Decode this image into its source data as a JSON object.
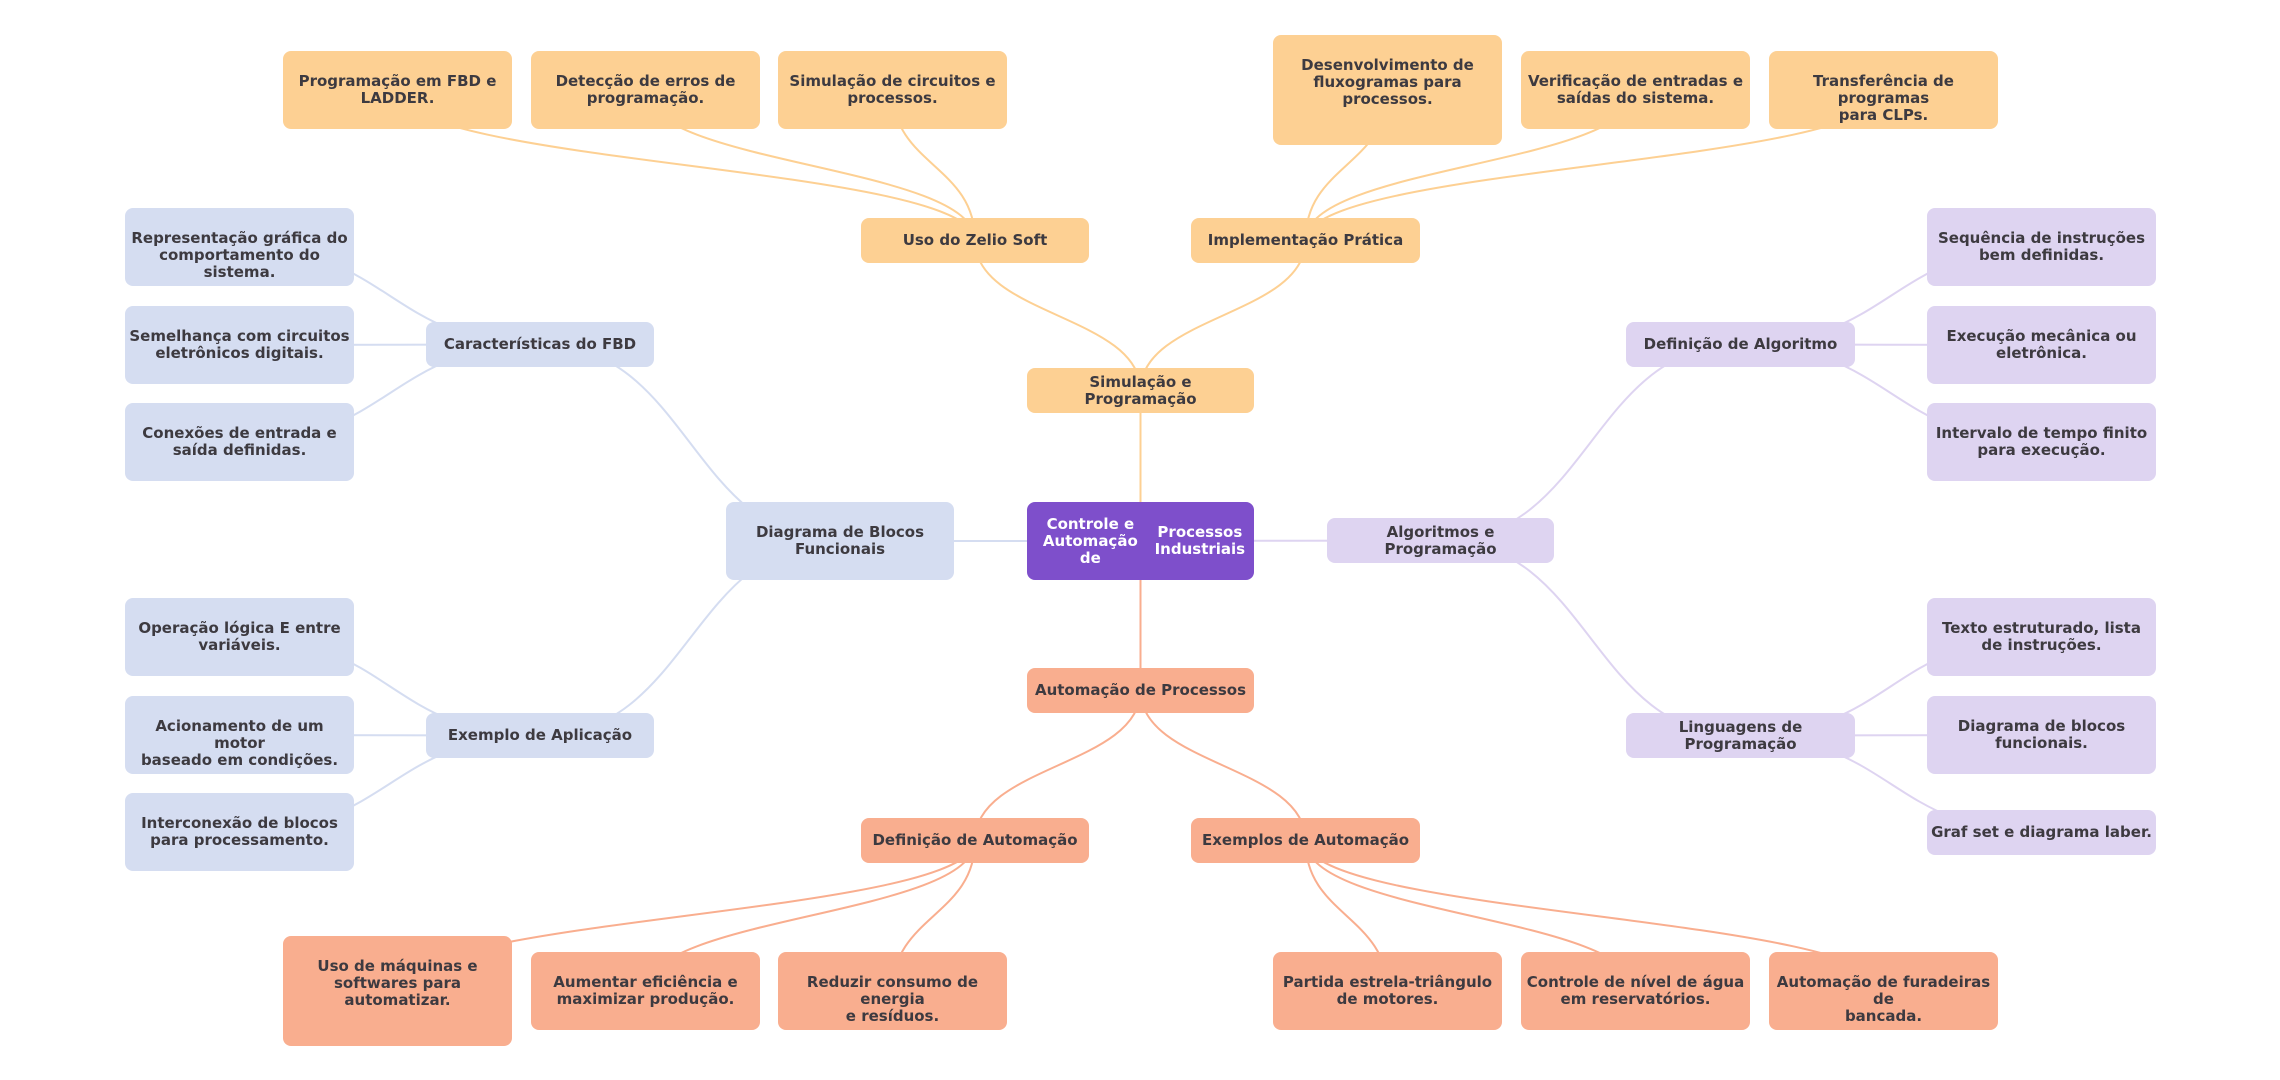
{
  "title": "Controle e Automação de Processos Industriais",
  "colors": {
    "root": "#7e4fcb",
    "simulacao_branch": "#fdd093",
    "automacao_branch": "#f9ae8f",
    "fbd_branch": "#d5ddf1",
    "algoritmos_branch": "#ded4f1",
    "text_dark": "#3d3a40",
    "text_light": "#ffffff"
  },
  "mindmap": {
    "root": "Controle e Automação de Processos Industriais",
    "branches": [
      {
        "label": "Simulação e Programação",
        "children": [
          {
            "label": "Uso do Zelio Soft",
            "children": [
              "Programação em FBD e LADDER.",
              "Detecção de erros de programação.",
              "Simulação de circuitos e processos."
            ]
          },
          {
            "label": "Implementação Prática",
            "children": [
              "Desenvolvimento de fluxogramas para processos.",
              "Verificação de entradas e saídas do sistema.",
              "Transferência de programas para CLPs."
            ]
          }
        ]
      },
      {
        "label": "Automação de Processos",
        "children": [
          {
            "label": "Definição de Automação",
            "children": [
              "Uso de máquinas e softwares para automatizar.",
              "Aumentar eficiência e maximizar produção.",
              "Reduzir consumo de energia e resíduos."
            ]
          },
          {
            "label": "Exemplos de Automação",
            "children": [
              "Partida estrela-triângulo de motores.",
              "Controle de nível de água em reservatórios.",
              "Automação de furadeiras de bancada."
            ]
          }
        ]
      },
      {
        "label": "Diagrama de Blocos Funcionais",
        "children": [
          {
            "label": "Características do FBD",
            "children": [
              "Representação gráfica do comportamento do sistema.",
              "Semelhança com circuitos eletrônicos digitais.",
              "Conexões de entrada e saída definidas."
            ]
          },
          {
            "label": "Exemplo de Aplicação",
            "children": [
              "Operação lógica E entre variáveis.",
              "Acionamento de um motor baseado em condições.",
              "Interconexão de blocos para processamento."
            ]
          }
        ]
      },
      {
        "label": "Algoritmos e Programação",
        "children": [
          {
            "label": "Definição de Algoritmo",
            "children": [
              "Sequência de instruções bem definidas.",
              "Execução mecânica ou eletrônica.",
              "Intervalo de tempo finito para execução."
            ]
          },
          {
            "label": "Linguagens de Programação",
            "children": [
              "Texto estruturado, lista de instruções.",
              "Diagrama de blocos funcionais.",
              "Graf set e diagrama laber."
            ]
          }
        ]
      }
    ]
  },
  "display_lines": {
    "root": [
      "Controle e Automação de",
      "Processos Industriais"
    ],
    "b2": [
      "Diagrama de Blocos",
      "Funcionais"
    ],
    "l000": [
      "Programação em FBD e",
      "LADDER."
    ],
    "l001": [
      "Detecção de erros de",
      "programação."
    ],
    "l002": [
      "Simulação de circuitos e",
      "processos."
    ],
    "l010": [
      "Desenvolvimento de",
      "fluxogramas para",
      "processos."
    ],
    "l011": [
      "Verificação de entradas e",
      "saídas do sistema."
    ],
    "l012": [
      "Transferência de programas",
      "para CLPs."
    ],
    "l100": [
      "Uso de máquinas e",
      "softwares para",
      "automatizar."
    ],
    "l101": [
      "Aumentar eficiência e",
      "maximizar produção."
    ],
    "l102": [
      "Reduzir consumo de energia",
      "e resíduos."
    ],
    "l110": [
      "Partida estrela-triângulo",
      "de motores."
    ],
    "l111": [
      "Controle de nível de água",
      "em reservatórios."
    ],
    "l112": [
      "Automação de furadeiras de",
      "bancada."
    ],
    "l200": [
      "Representação gráfica do",
      "comportamento do sistema."
    ],
    "l201": [
      "Semelhança com circuitos",
      "eletrônicos digitais."
    ],
    "l202": [
      "Conexões de entrada e",
      "saída definidas."
    ],
    "l210": [
      "Operação lógica E entre",
      "variáveis."
    ],
    "l211": [
      "Acionamento de um motor",
      "baseado em condições."
    ],
    "l212": [
      "Interconexão de blocos",
      "para processamento."
    ],
    "l300": [
      "Sequência de instruções",
      "bem definidas."
    ],
    "l301": [
      "Execução mecânica ou",
      "eletrônica."
    ],
    "l302": [
      "Intervalo de tempo finito",
      "para execução."
    ],
    "l310": [
      "Texto estruturado, lista",
      "de instruções."
    ],
    "l311": [
      "Diagrama de blocos",
      "funcionais."
    ]
  }
}
